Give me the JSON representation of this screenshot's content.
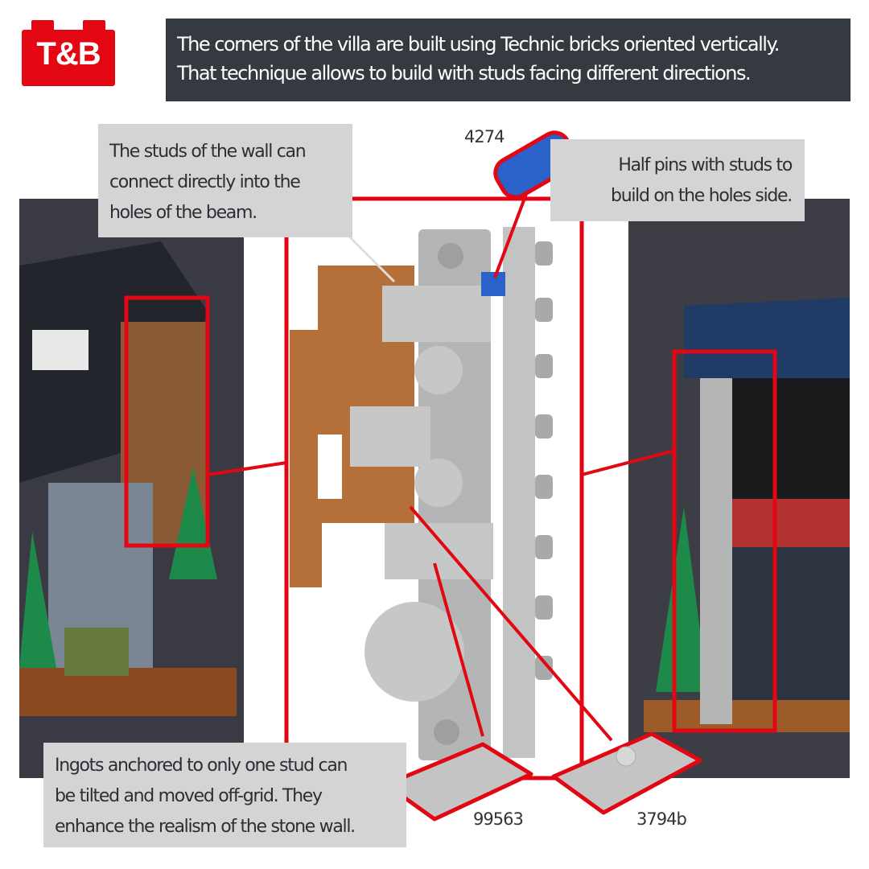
{
  "logo": {
    "text": "T&B",
    "color": "#e30613"
  },
  "header": {
    "line1": "The corners of the villa are built using Technic bricks oriented vertically.",
    "line2": "That technique allows to build with studs facing different directions."
  },
  "callouts": {
    "wall_studs": {
      "lines": [
        "The studs of the wall can",
        "connect directly into the",
        "holes of the beam."
      ]
    },
    "half_pins": {
      "lines": [
        "Half pins with studs to",
        "build on the holes side."
      ]
    },
    "ingots": {
      "lines": [
        "Ingots anchored to only one stud can",
        "be tilted and moved off-grid. They",
        "enhance the realism of the stone wall."
      ]
    }
  },
  "parts": {
    "half_pin": "4274",
    "ingot": "99563",
    "jumper": "3794b"
  },
  "colors": {
    "accent_red": "#e30613",
    "header_bg": "#343a40",
    "callout_bg": "#d4d4d4",
    "brick_gray": "#b4b6b5",
    "pin_blue": "#2a62c9"
  }
}
